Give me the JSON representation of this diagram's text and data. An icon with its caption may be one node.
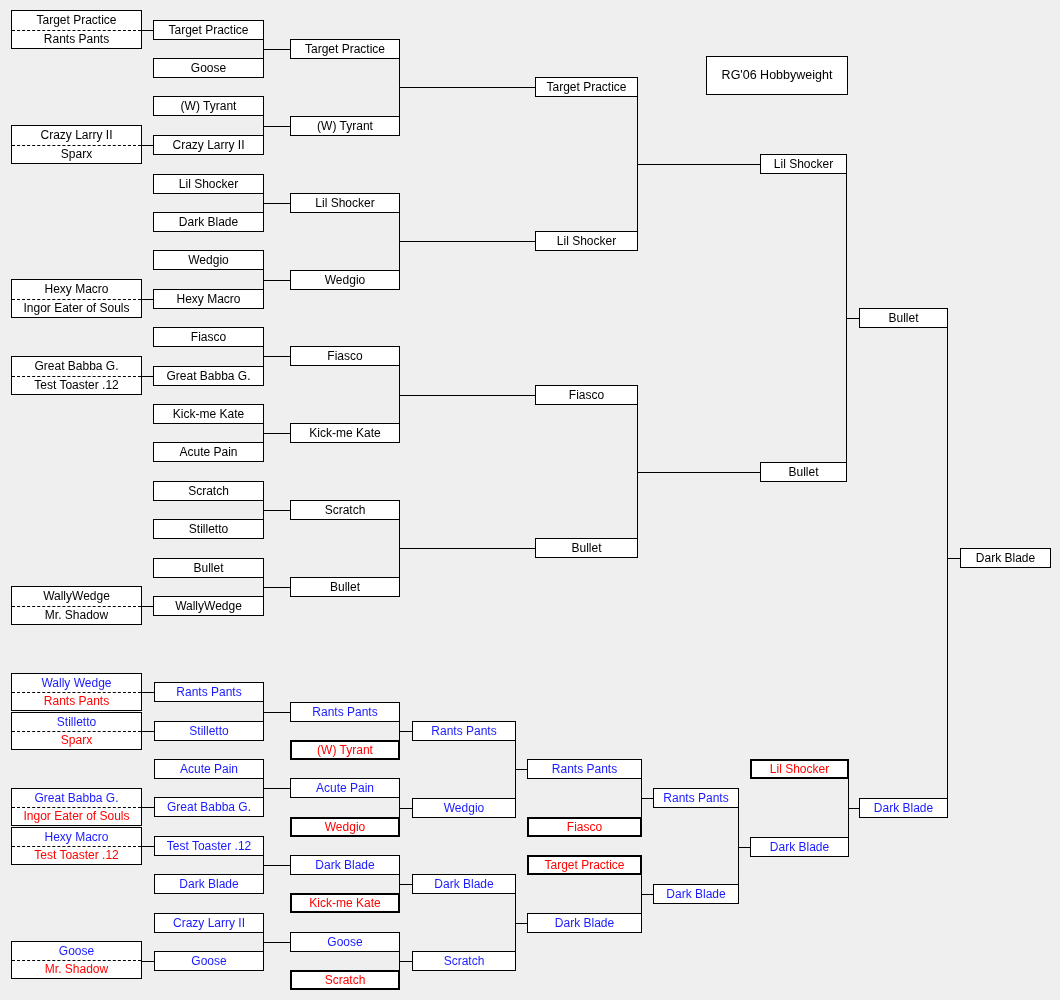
{
  "diagram": {
    "nodes": [
      {
        "text": [
          "Target Practice",
          "Rants Pants"
        ]
      },
      {
        "text": [
          "Crazy Larry II",
          "Sparx"
        ]
      },
      {
        "text": [
          "Hexy Macro",
          "Ingor Eater of Souls"
        ]
      },
      {
        "text": [
          "Great Babba G.",
          "Test Toaster .12"
        ]
      },
      {
        "text": [
          "WallyWedge",
          "Mr. Shadow"
        ]
      },
      {
        "text": [
          "Target Practice"
        ]
      },
      {
        "text": [
          "Goose"
        ]
      },
      {
        "text": [
          "(W) Tyrant"
        ]
      },
      {
        "text": [
          "Crazy Larry II"
        ]
      },
      {
        "text": [
          "Lil Shocker"
        ]
      },
      {
        "text": [
          "Dark Blade"
        ]
      },
      {
        "text": [
          "Wedgio"
        ]
      },
      {
        "text": [
          "Hexy Macro"
        ]
      },
      {
        "text": [
          "Fiasco"
        ]
      },
      {
        "text": [
          "Great Babba G."
        ]
      },
      {
        "text": [
          "Kick-me Kate"
        ]
      },
      {
        "text": [
          "Acute Pain"
        ]
      },
      {
        "text": [
          "Scratch"
        ]
      },
      {
        "text": [
          "Stilletto"
        ]
      },
      {
        "text": [
          "Bullet"
        ]
      },
      {
        "text": [
          "WallyWedge"
        ]
      },
      {
        "text": [
          "Target Practice"
        ]
      },
      {
        "text": [
          "(W) Tyrant"
        ]
      },
      {
        "text": [
          "Lil Shocker"
        ]
      },
      {
        "text": [
          "Wedgio"
        ]
      },
      {
        "text": [
          "Fiasco"
        ]
      },
      {
        "text": [
          "Kick-me Kate"
        ]
      },
      {
        "text": [
          "Scratch"
        ]
      },
      {
        "text": [
          "Bullet"
        ]
      },
      {
        "text": [
          "Target Practice"
        ]
      },
      {
        "text": [
          "Lil Shocker"
        ]
      },
      {
        "text": [
          "Fiasco"
        ]
      },
      {
        "text": [
          "Bullet"
        ]
      },
      {
        "text": [
          "Lil Shocker"
        ]
      },
      {
        "text": [
          "Bullet"
        ]
      },
      {
        "text": [
          "Bullet"
        ]
      },
      {
        "text": [
          "Dark Blade"
        ]
      },
      {
        "text": [
          "Wally Wedge",
          "Rants Pants"
        ]
      },
      {
        "text": [
          "Stilletto",
          "Sparx"
        ]
      },
      {
        "text": [
          "Great Babba G.",
          "Ingor Eater of Souls"
        ]
      },
      {
        "text": [
          "Hexy Macro",
          "Test Toaster .12"
        ]
      },
      {
        "text": [
          "Goose",
          "Mr. Shadow"
        ]
      },
      {
        "text": [
          "Rants Pants"
        ]
      },
      {
        "text": [
          "Stilletto"
        ]
      },
      {
        "text": [
          "Acute Pain"
        ]
      },
      {
        "text": [
          "Great Babba G."
        ]
      },
      {
        "text": [
          "Test Toaster .12"
        ]
      },
      {
        "text": [
          "Dark Blade"
        ]
      },
      {
        "text": [
          "Crazy Larry II"
        ]
      },
      {
        "text": [
          "Goose"
        ]
      },
      {
        "text": [
          "Rants Pants"
        ]
      },
      {
        "text": [
          "(W) Tyrant"
        ]
      },
      {
        "text": [
          "Acute Pain"
        ]
      },
      {
        "text": [
          "Wedgio"
        ]
      },
      {
        "text": [
          "Dark Blade"
        ]
      },
      {
        "text": [
          "Kick-me Kate"
        ]
      },
      {
        "text": [
          "Goose"
        ]
      },
      {
        "text": [
          "Scratch"
        ]
      },
      {
        "text": [
          "Rants Pants"
        ]
      },
      {
        "text": [
          "Wedgio"
        ]
      },
      {
        "text": [
          "Dark Blade"
        ]
      },
      {
        "text": [
          "Scratch"
        ]
      },
      {
        "text": [
          "Rants Pants"
        ]
      },
      {
        "text": [
          "Fiasco"
        ]
      },
      {
        "text": [
          "Target Practice"
        ]
      },
      {
        "text": [
          "Dark Blade"
        ]
      },
      {
        "text": [
          "Rants Pants"
        ]
      },
      {
        "text": [
          "Dark Blade"
        ]
      },
      {
        "text": [
          "Lil Shocker"
        ]
      },
      {
        "text": [
          "Dark Blade"
        ]
      },
      {
        "text": [
          "Dark Blade"
        ]
      },
      {
        "text": [
          "RG'06 Hobbyweight"
        ]
      }
    ],
    "edges": [
      {
        "from": 0,
        "to": 5,
        "arrow": "none"
      },
      {
        "from": 1,
        "to": 8,
        "arrow": "none"
      },
      {
        "from": 2,
        "to": 12,
        "arrow": "none"
      },
      {
        "from": 3,
        "to": 14,
        "arrow": "none"
      },
      {
        "from": 4,
        "to": 20,
        "arrow": "none"
      },
      {
        "from": 5,
        "to": 21,
        "arrow": "none"
      },
      {
        "from": 6,
        "to": 21,
        "arrow": "none"
      },
      {
        "from": 7,
        "to": 22,
        "arrow": "none"
      },
      {
        "from": 8,
        "to": 22,
        "arrow": "none"
      },
      {
        "from": 9,
        "to": 23,
        "arrow": "none"
      },
      {
        "from": 10,
        "to": 23,
        "arrow": "none"
      },
      {
        "from": 11,
        "to": 24,
        "arrow": "none"
      },
      {
        "from": 12,
        "to": 24,
        "arrow": "none"
      },
      {
        "from": 13,
        "to": 25,
        "arrow": "none"
      },
      {
        "from": 14,
        "to": 25,
        "arrow": "none"
      },
      {
        "from": 15,
        "to": 26,
        "arrow": "none"
      },
      {
        "from": 16,
        "to": 26,
        "arrow": "none"
      },
      {
        "from": 17,
        "to": 27,
        "arrow": "none"
      },
      {
        "from": 18,
        "to": 27,
        "arrow": "none"
      },
      {
        "from": 19,
        "to": 28,
        "arrow": "none"
      },
      {
        "from": 20,
        "to": 28,
        "arrow": "none"
      },
      {
        "from": 21,
        "to": 29,
        "arrow": "none"
      },
      {
        "from": 22,
        "to": 29,
        "arrow": "none"
      },
      {
        "from": 23,
        "to": 30,
        "arrow": "none"
      },
      {
        "from": 24,
        "to": 30,
        "arrow": "none"
      },
      {
        "from": 25,
        "to": 31,
        "arrow": "none"
      },
      {
        "from": 26,
        "to": 31,
        "arrow": "none"
      },
      {
        "from": 27,
        "to": 32,
        "arrow": "none"
      },
      {
        "from": 28,
        "to": 32,
        "arrow": "none"
      },
      {
        "from": 29,
        "to": 33,
        "arrow": "none"
      },
      {
        "from": 30,
        "to": 33,
        "arrow": "none"
      },
      {
        "from": 31,
        "to": 34,
        "arrow": "none"
      },
      {
        "from": 32,
        "to": 34,
        "arrow": "none"
      },
      {
        "from": 33,
        "to": 35,
        "arrow": "none"
      },
      {
        "from": 34,
        "to": 35,
        "arrow": "none"
      },
      {
        "from": 35,
        "to": 36,
        "arrow": "none"
      },
      {
        "from": 70,
        "to": 36,
        "arrow": "none"
      },
      {
        "from": 37,
        "to": 42,
        "arrow": "none"
      },
      {
        "from": 38,
        "to": 43,
        "arrow": "none"
      },
      {
        "from": 39,
        "to": 45,
        "arrow": "none"
      },
      {
        "from": 40,
        "to": 46,
        "arrow": "none"
      },
      {
        "from": 41,
        "to": 49,
        "arrow": "none"
      },
      {
        "from": 42,
        "to": 50,
        "arrow": "none"
      },
      {
        "from": 43,
        "to": 50,
        "arrow": "none"
      },
      {
        "from": 44,
        "to": 52,
        "arrow": "none"
      },
      {
        "from": 45,
        "to": 52,
        "arrow": "none"
      },
      {
        "from": 46,
        "to": 54,
        "arrow": "none"
      },
      {
        "from": 47,
        "to": 54,
        "arrow": "none"
      },
      {
        "from": 48,
        "to": 56,
        "arrow": "none"
      },
      {
        "from": 49,
        "to": 56,
        "arrow": "none"
      },
      {
        "from": 50,
        "to": 58,
        "arrow": "none"
      },
      {
        "from": 51,
        "to": 58,
        "arrow": "none"
      },
      {
        "from": 52,
        "to": 59,
        "arrow": "none"
      },
      {
        "from": 53,
        "to": 59,
        "arrow": "none"
      },
      {
        "from": 54,
        "to": 60,
        "arrow": "none"
      },
      {
        "from": 55,
        "to": 60,
        "arrow": "none"
      },
      {
        "from": 56,
        "to": 61,
        "arrow": "none"
      },
      {
        "from": 57,
        "to": 61,
        "arrow": "none"
      },
      {
        "from": 58,
        "to": 62,
        "arrow": "none"
      },
      {
        "from": 59,
        "to": 62,
        "arrow": "none"
      },
      {
        "from": 60,
        "to": 65,
        "arrow": "none"
      },
      {
        "from": 61,
        "to": 65,
        "arrow": "none"
      },
      {
        "from": 62,
        "to": 66,
        "arrow": "none"
      },
      {
        "from": 63,
        "to": 66,
        "arrow": "none"
      },
      {
        "from": 64,
        "to": 67,
        "arrow": "none"
      },
      {
        "from": 65,
        "to": 67,
        "arrow": "none"
      },
      {
        "from": 66,
        "to": 69,
        "arrow": "none"
      },
      {
        "from": 67,
        "to": 69,
        "arrow": "none"
      },
      {
        "from": 68,
        "to": 70,
        "arrow": "none"
      },
      {
        "from": 69,
        "to": 70,
        "arrow": "none"
      }
    ]
  }
}
